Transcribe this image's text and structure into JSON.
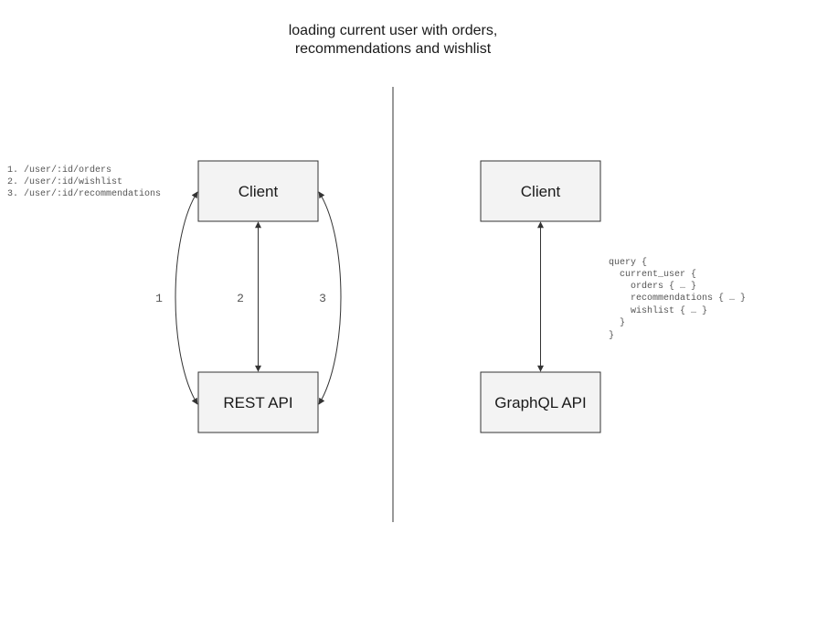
{
  "title": [
    "loading current user with orders,",
    "recommendations and wishlist"
  ],
  "rest": {
    "endpoints": [
      "1. /user/:id/orders",
      "2. /user/:id/wishlist",
      "3. /user/:id/recommendations"
    ],
    "client_label": "Client",
    "api_label": "REST API",
    "arrow_labels": [
      "1",
      "2",
      "3"
    ]
  },
  "graphql": {
    "client_label": "Client",
    "api_label": "GraphQL API",
    "query_lines": [
      "query {",
      "  current_user {",
      "    orders { … }",
      "    recommendations { … }",
      "    wishlist { … }",
      "  }",
      "}"
    ]
  }
}
